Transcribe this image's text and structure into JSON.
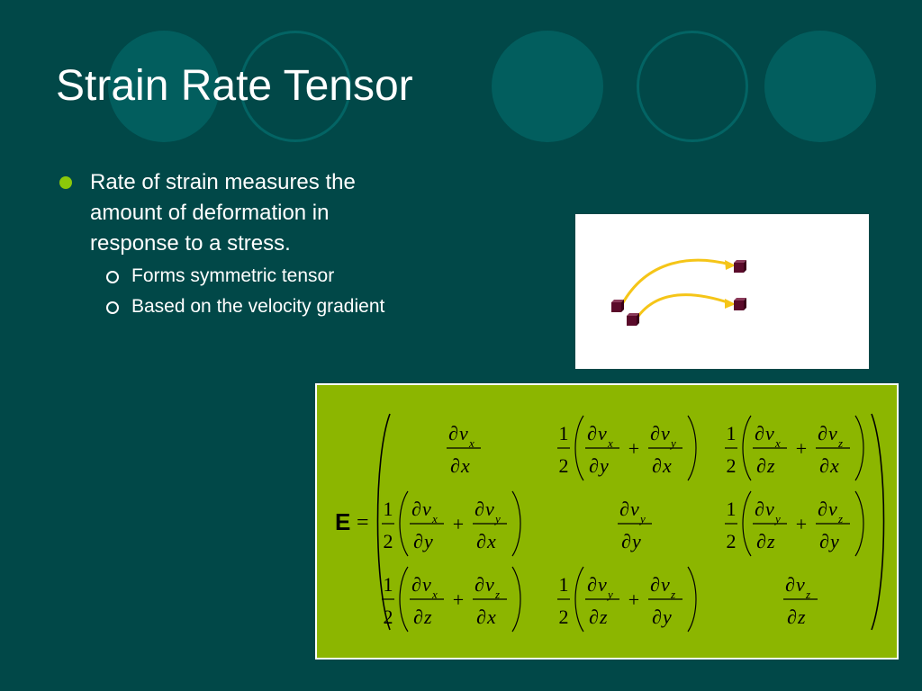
{
  "slide": {
    "title": "Strain Rate Tensor",
    "bullets": [
      {
        "text": "Rate of strain measures the amount of deformation in response to a stress.",
        "lines": [
          "Rate of strain measures the",
          "amount of deformation in",
          "response to a stress."
        ],
        "sub_bullets": [
          "Forms symmetric tensor",
          "Based on the velocity gradient"
        ]
      }
    ]
  },
  "colors": {
    "background": "#014848",
    "bullet": "#8cc80a",
    "equation_panel": "#8cb600",
    "arrows": "#f5c518",
    "cubes": "#5a0a2a"
  },
  "equation": {
    "symbol": "E",
    "equals": "=",
    "one": "1",
    "two": "2",
    "plus": "+",
    "partial": "∂",
    "v": "v",
    "sub_x": "x",
    "sub_y": "y",
    "sub_z": "z",
    "var_x": "x",
    "var_y": "y",
    "var_z": "z"
  }
}
